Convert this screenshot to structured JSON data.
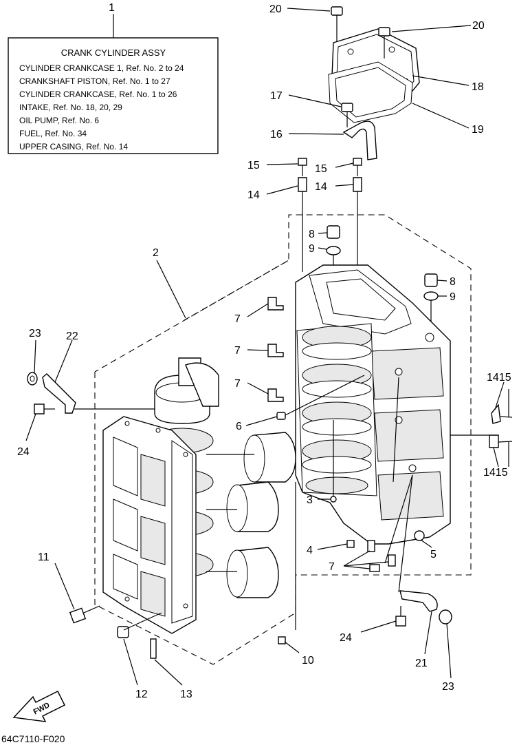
{
  "legend": {
    "ref": "1",
    "title": "CRANK CYLINDER ASSY",
    "lines": [
      "CYLINDER CRANKCASE 1,  Ref. No. 2 to 24",
      "CRANKSHAFT PISTON,  Ref. No. 1 to 27",
      "CYLINDER CRANKCASE,  Ref. No. 1 to 26",
      "INTAKE,  Ref. No. 18,  20,  29",
      "OIL PUMP,  Ref. No. 6",
      "FUEL,  Ref. No. 34",
      "UPPER CASING,  Ref. No. 14"
    ]
  },
  "callouts": {
    "c20a": "20",
    "c20b": "20",
    "c18": "18",
    "c19": "19",
    "c17": "17",
    "c16": "16",
    "c15a": "15",
    "c15b": "15",
    "c14a": "14",
    "c14b": "14",
    "c8a": "8",
    "c9a": "9",
    "c8b": "8",
    "c9b": "9",
    "c2": "2",
    "c7a": "7",
    "c7b": "7",
    "c7c": "7",
    "c7d": "7",
    "c23a": "23",
    "c22": "22",
    "c24a": "24",
    "c6": "6",
    "c1415a": "1415",
    "c1415b": "1415",
    "c3": "3",
    "c4": "4",
    "c5": "5",
    "c11": "11",
    "c10": "10",
    "c24b": "24",
    "c21": "21",
    "c23b": "23",
    "c12": "12",
    "c13": "13"
  },
  "fwd_label": "FWD",
  "figure_id": "64C7110-F020"
}
